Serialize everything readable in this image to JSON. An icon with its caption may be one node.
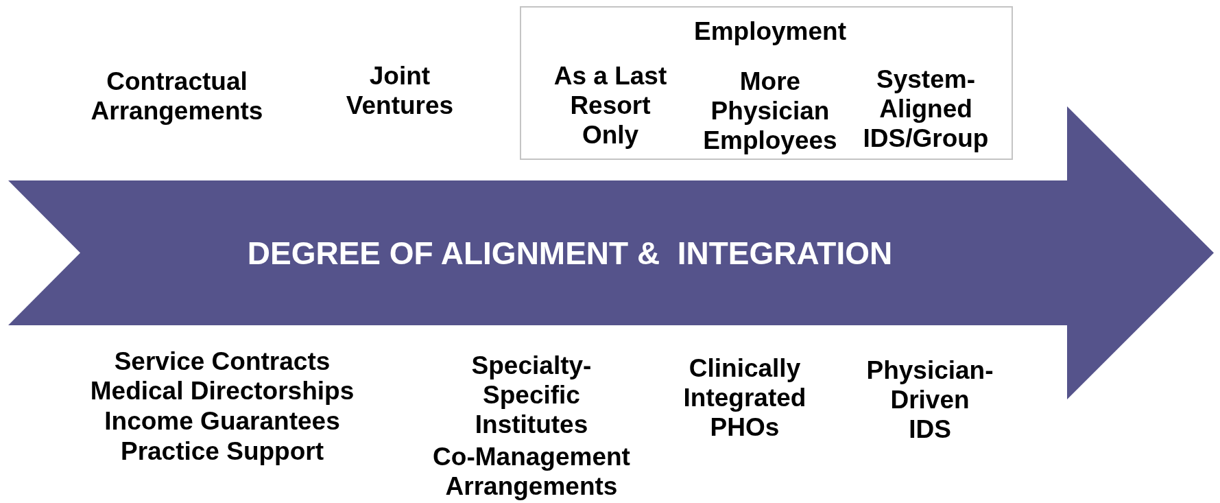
{
  "diagram": {
    "nodes": [
      {
        "text": [
          "DEGREE OF ALIGNMENT &  INTEGRATION"
        ]
      },
      {
        "text": [
          "Employment",
          "As a Last Resort Only",
          "More Physician Employees",
          "System-Aligned IDS/Group"
        ]
      }
    ],
    "labels": [
      "Contractual Arrangements",
      "Joint Ventures",
      "Service Contracts",
      "Medical Directorships",
      "Income Guarantees",
      "Practice Support",
      "Specialty-Specific Institutes",
      "Co-Management Arrangements",
      "Clinically Integrated PHOs",
      "Physician-Driven IDS"
    ]
  }
}
